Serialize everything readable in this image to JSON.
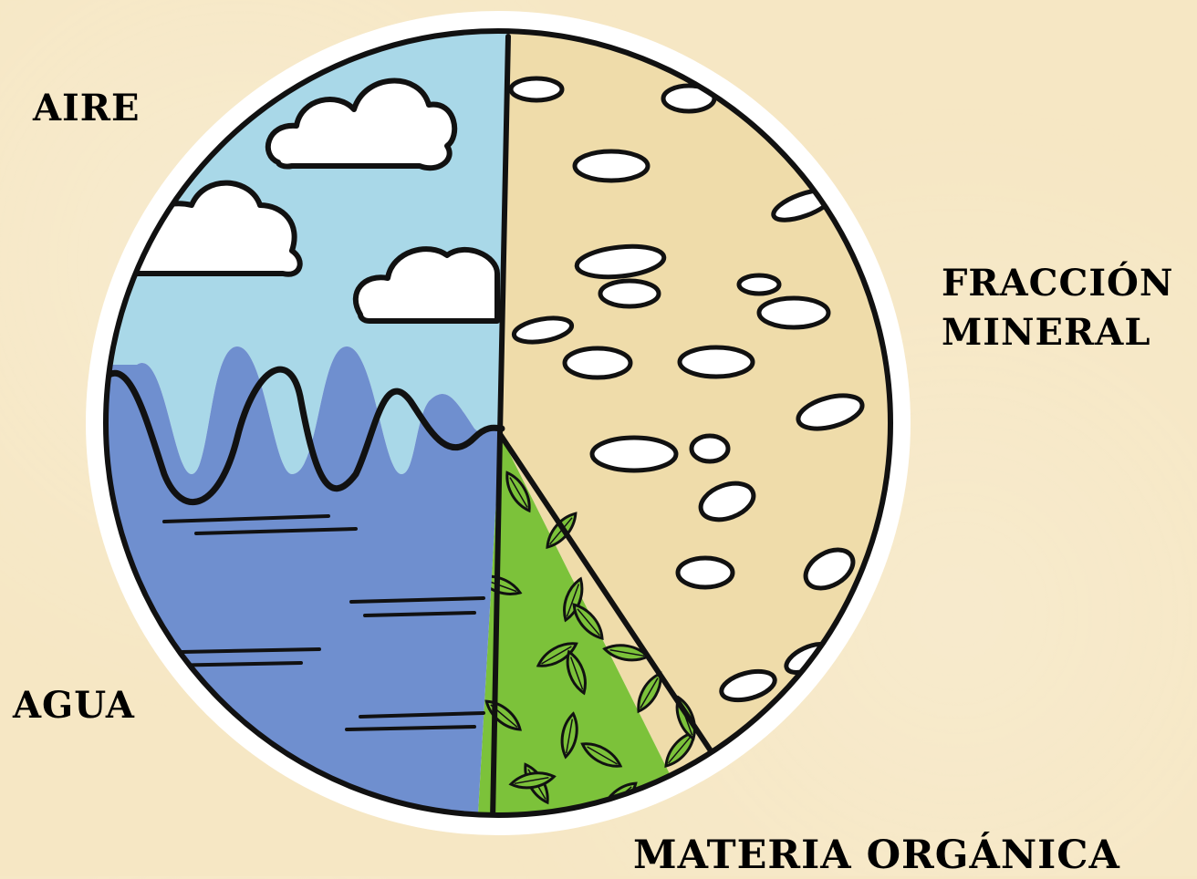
{
  "labels": {
    "air": "AIRE",
    "water": "AGUA",
    "mineral_line1": "FRACCIÓN",
    "mineral_line2": "MINERAL",
    "organic": "MATERIA ORGÁNICA"
  },
  "colors": {
    "background": "#f6e7c4",
    "air": "#a9d8e8",
    "water": "#6f8fcf",
    "mineral": "#efdcaa",
    "organic": "#7cc23a",
    "outline": "#111111",
    "halo": "#ffffff"
  },
  "icons": [
    "cloud-icon",
    "pebble-icon",
    "leaf-icon"
  ]
}
